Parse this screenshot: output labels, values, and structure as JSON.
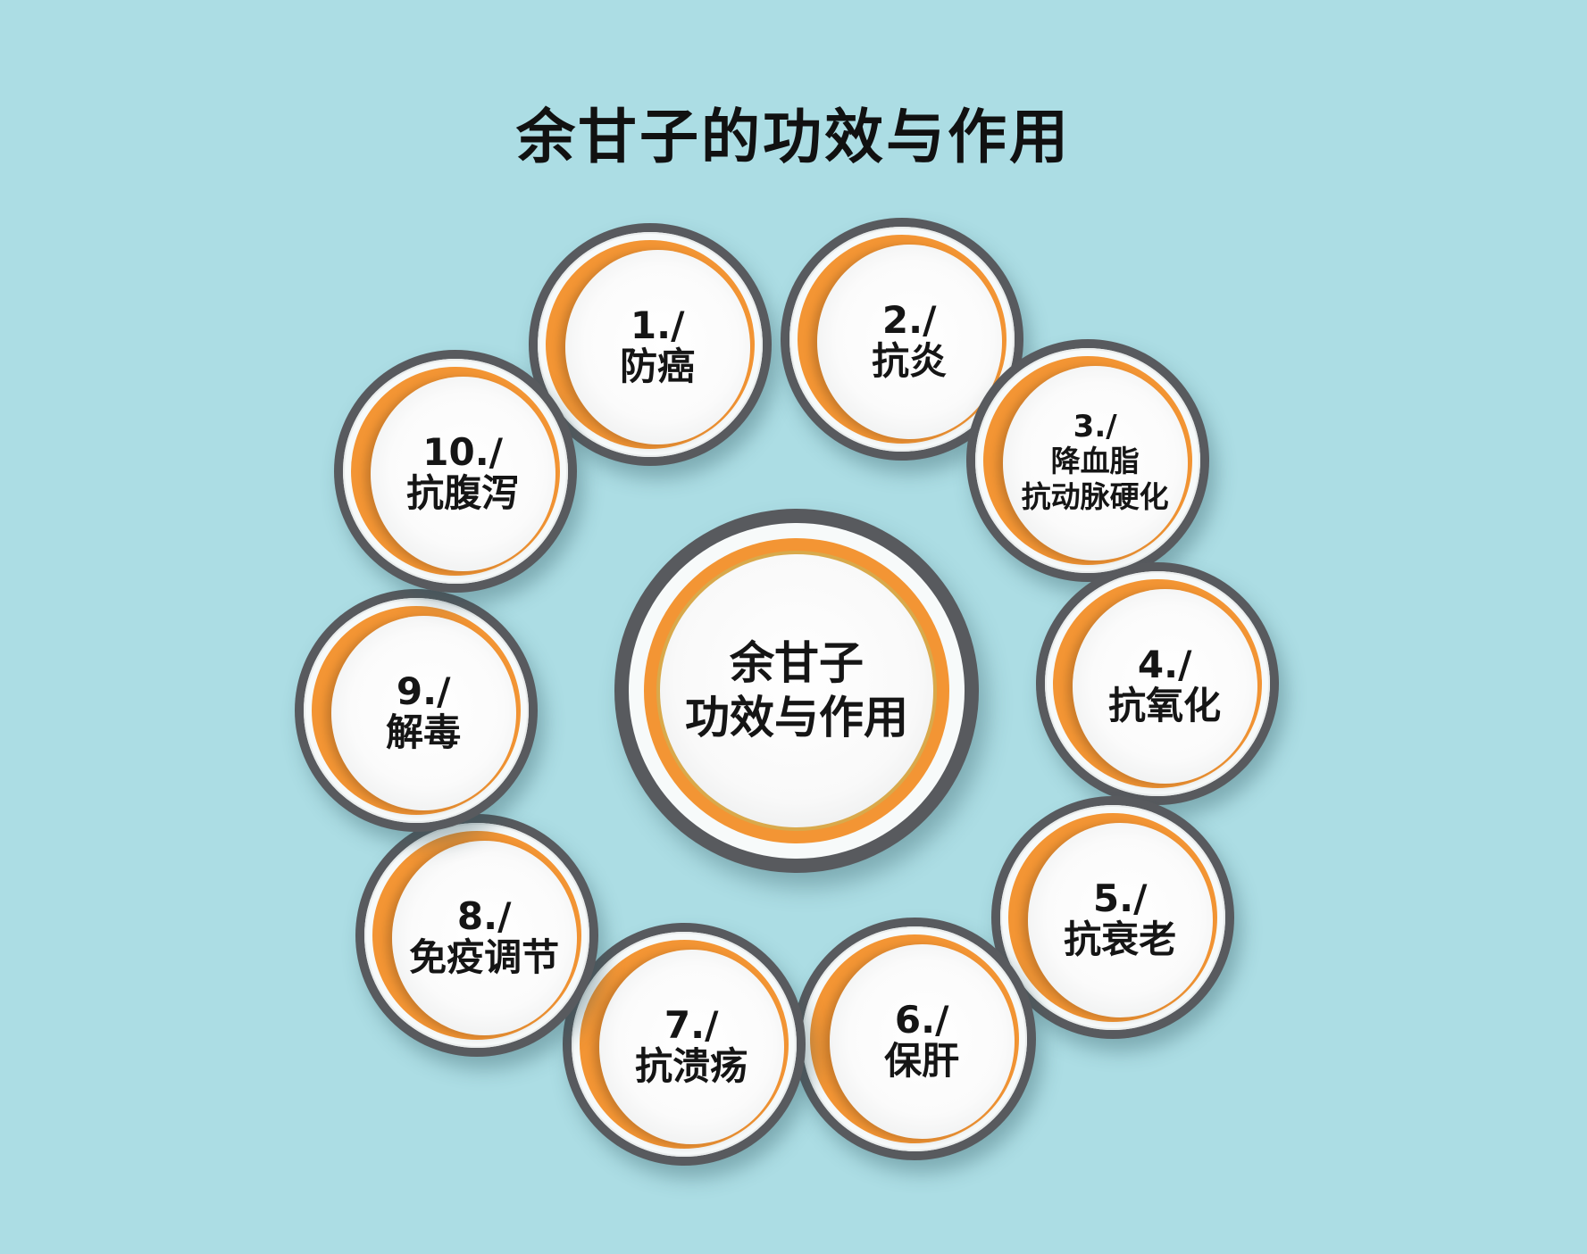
{
  "title": "余甘子的功效与作用",
  "center": {
    "line1": "余甘子",
    "line2": "功效与作用"
  },
  "items": [
    {
      "num": "1./",
      "label": "防癌"
    },
    {
      "num": "2./",
      "label": "抗炎"
    },
    {
      "num": "3./",
      "label": "降血脂",
      "label2": "抗动脉硬化"
    },
    {
      "num": "4./",
      "label": "抗氧化"
    },
    {
      "num": "5./",
      "label": "抗衰老"
    },
    {
      "num": "6./",
      "label": "保肝"
    },
    {
      "num": "7./",
      "label": "抗溃疡"
    },
    {
      "num": "8./",
      "label": "免疫调节"
    },
    {
      "num": "9./",
      "label": "解毒"
    },
    {
      "num": "10./",
      "label": "抗腹泻"
    }
  ],
  "colors": {
    "background": "#acdde4",
    "outer_ring": "#585a5e",
    "accent": "#f39534"
  }
}
